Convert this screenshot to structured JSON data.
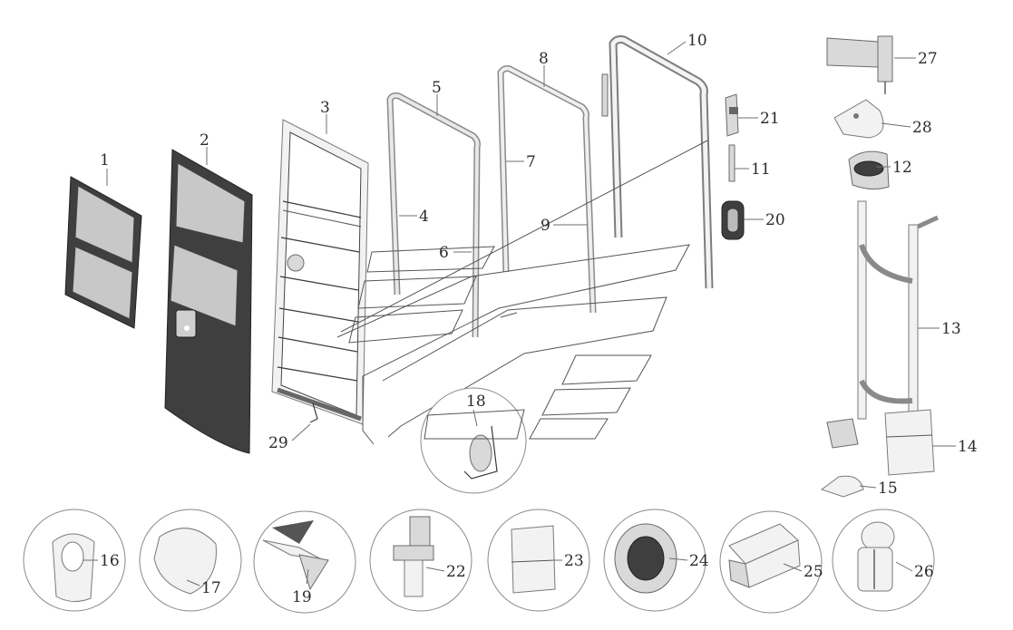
{
  "callouts": {
    "p1": "1",
    "p2": "2",
    "p3": "3",
    "p4": "4",
    "p5": "5",
    "p6": "6",
    "p7": "7",
    "p8": "8",
    "p9": "9",
    "p10": "10",
    "p11": "11",
    "p12": "12",
    "p13": "13",
    "p14": "14",
    "p15": "15",
    "p16": "16",
    "p17": "17",
    "p18": "18",
    "p19": "19",
    "p20": "20",
    "p21": "21",
    "p22": "22",
    "p23": "23",
    "p24": "24",
    "p25": "25",
    "p26": "26",
    "p27": "27",
    "p28": "28",
    "p29": "29"
  }
}
